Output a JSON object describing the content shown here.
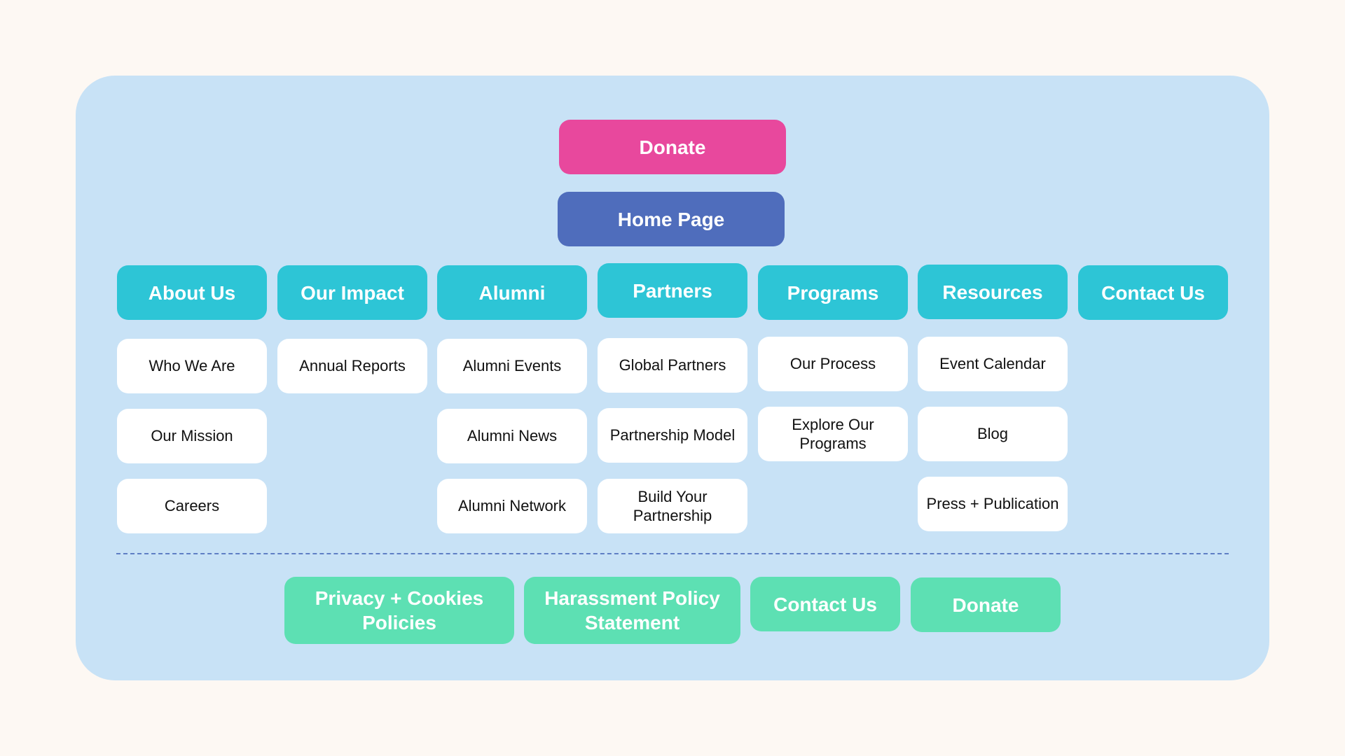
{
  "top": {
    "donate_label": "Donate",
    "home_label": "Home Page"
  },
  "categories": [
    {
      "label": "About Us",
      "children": [
        "Who We Are",
        "Our Mission",
        "Careers"
      ]
    },
    {
      "label": "Our Impact",
      "children": [
        "Annual Reports"
      ]
    },
    {
      "label": "Alumni",
      "children": [
        "Alumni Events",
        "Alumni News",
        "Alumni Network"
      ]
    },
    {
      "label": "Partners",
      "children": [
        "Global Partners",
        "Partnership Model",
        "Build Your Partnership"
      ]
    },
    {
      "label": "Programs",
      "children": [
        "Our Process",
        "Explore Our Programs"
      ]
    },
    {
      "label": "Resources",
      "children": [
        "Event Calendar",
        "Blog",
        "Press + Publication"
      ]
    },
    {
      "label": "Contact Us",
      "children": []
    }
  ],
  "footer": [
    "Privacy + Cookies Policies",
    "Harassment Policy Statement",
    "Contact Us",
    "Donate"
  ],
  "colors": {
    "background": "#fdf8f3",
    "panel": "#c8e2f6",
    "donate": "#e8489d",
    "home": "#4f6dbc",
    "category": "#2dc5d6",
    "child": "#ffffff",
    "footer": "#5de0b3",
    "divider": "#5f7fc4"
  }
}
